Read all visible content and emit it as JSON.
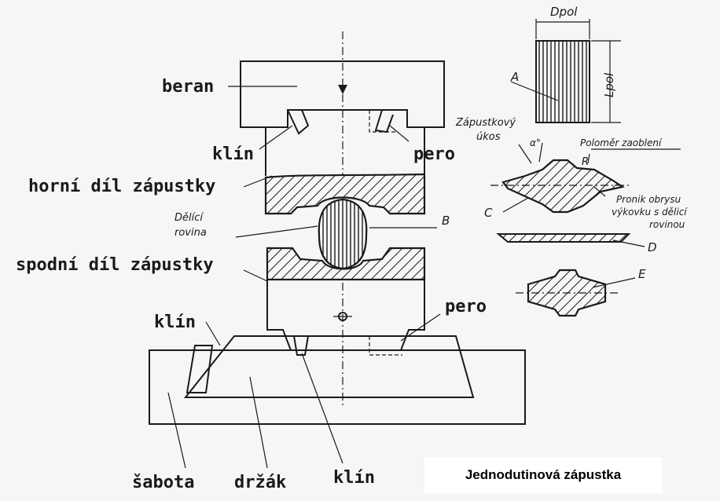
{
  "caption": "Jednodutinová zápustka",
  "labels": {
    "beran": "beran",
    "klin_top": "klín",
    "pero_top": "pero",
    "horni": "horní díl zápustky",
    "deliciRovina1": "Dělící",
    "deliciRovina2": "rovina",
    "spodni": "spodní díl zápustky",
    "klin_left": "klín",
    "pero_bottom": "pero",
    "sabota": "šabota",
    "drzak": "držák",
    "klin_bottom": "klín",
    "B": "B",
    "A": "A",
    "Dpol": "Dpol",
    "Lpol": "Lpol",
    "ukos1": "Zápustkový",
    "ukos2": "úkos",
    "angle": "α°",
    "polomer": "Poloměr zaoblení",
    "pronik1": "Pronik obrysu",
    "pronik2": "výkovku s dělicí",
    "pronik3": "rovinou",
    "C": "C",
    "R": "R",
    "D": "D",
    "E": "E"
  }
}
